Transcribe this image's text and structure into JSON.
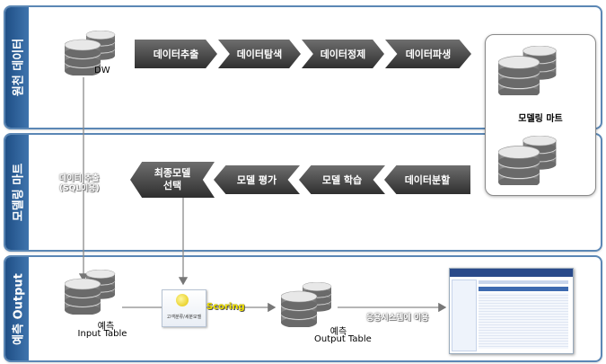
{
  "bands": {
    "top": {
      "label": "원천 데이터"
    },
    "middle": {
      "label": "모델링 마트"
    },
    "bottom": {
      "label": "예측 Output"
    }
  },
  "top_flow": [
    "데이터추출",
    "데이터탐색",
    "데이터정제",
    "데이터파생"
  ],
  "middle_flow": [
    "데이터분할",
    "모델 학습",
    "모델 평가",
    "최종모델\n선택"
  ],
  "dw_label": "DW",
  "mart_label": "모델링 마트",
  "sql_note": "데이터 추출\n(SQL이용)",
  "scoring_label": "Scoring",
  "model_icon_text": "고객분류/세분모델",
  "input_table": {
    "line1": "예측",
    "line2": "Input Table"
  },
  "output_table": {
    "line1": "예측",
    "line2": "Output Table"
  },
  "app_note": "응용시스템에 이용",
  "colors": {
    "band_border": "#5b87b5",
    "label_bg": "#2c5f99",
    "chevron": "#3f3f3f",
    "scoring": "#f2e200"
  }
}
